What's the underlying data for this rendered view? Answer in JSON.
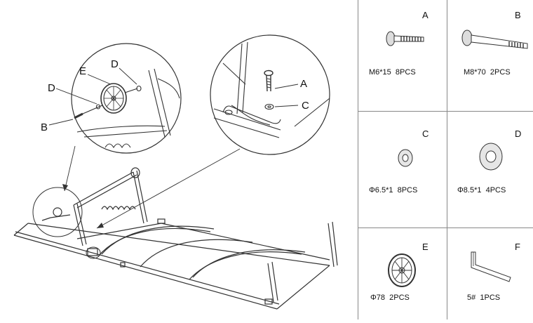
{
  "callouts": {
    "left_D_top": "D",
    "left_E": "E",
    "left_D_mid": "D",
    "left_B": "B",
    "right_A": "A",
    "right_C": "C"
  },
  "parts": [
    {
      "letter": "A",
      "spec": "M6*15",
      "qty": "8PCS",
      "icon": "short-bolt-icon"
    },
    {
      "letter": "B",
      "spec": "M8*70",
      "qty": "2PCS",
      "icon": "long-bolt-icon"
    },
    {
      "letter": "C",
      "spec": "Φ6.5*1",
      "qty": "8PCS",
      "icon": "small-washer-icon"
    },
    {
      "letter": "D",
      "spec": "Φ8.5*1",
      "qty": "4PCS",
      "icon": "large-washer-icon"
    },
    {
      "letter": "E",
      "spec": "Φ78",
      "qty": "2PCS",
      "icon": "wheel-icon"
    },
    {
      "letter": "F",
      "spec": "5#",
      "qty": "1PCS",
      "icon": "hex-key-icon"
    }
  ]
}
